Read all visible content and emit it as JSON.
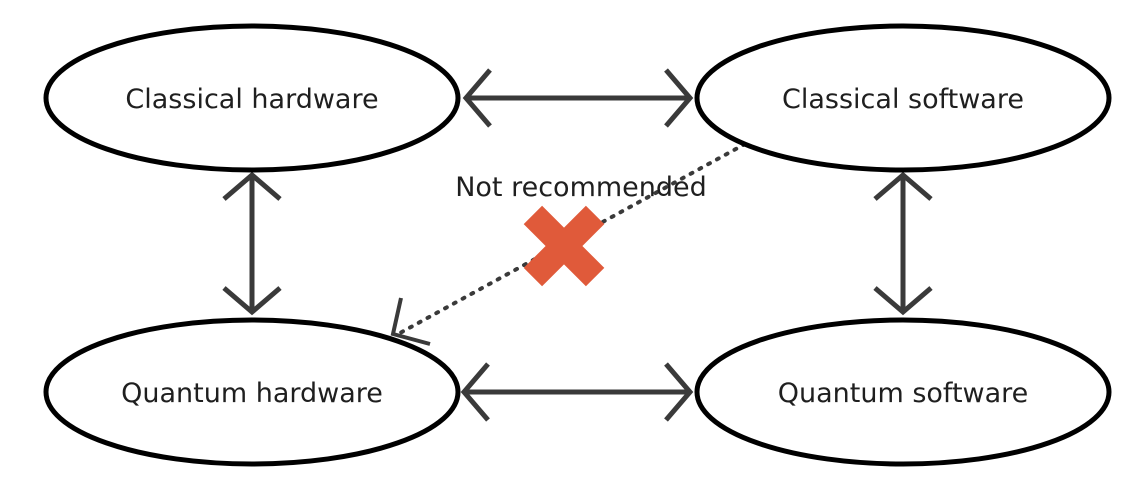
{
  "colors": {
    "edge": "#3a3a3a",
    "node_border": "#000000",
    "text": "#1f1f1f",
    "cross": "#e05a3a"
  },
  "nodes": {
    "classical_hardware": "Classical hardware",
    "classical_software": "Classical software",
    "quantum_hardware": "Quantum hardware",
    "quantum_software": "Quantum software"
  },
  "edges": [
    {
      "from": "classical_hardware",
      "to": "classical_software",
      "style": "solid",
      "direction": "both"
    },
    {
      "from": "classical_hardware",
      "to": "quantum_hardware",
      "style": "solid",
      "direction": "both"
    },
    {
      "from": "classical_software",
      "to": "quantum_software",
      "style": "solid",
      "direction": "both"
    },
    {
      "from": "quantum_hardware",
      "to": "quantum_software",
      "style": "solid",
      "direction": "both"
    },
    {
      "from": "classical_software",
      "to": "quantum_hardware",
      "style": "dotted",
      "direction": "forward",
      "crossed_out": true
    }
  ],
  "annotation": {
    "not_recommended": "Not recommended",
    "cross_icon": "x-mark-icon"
  }
}
